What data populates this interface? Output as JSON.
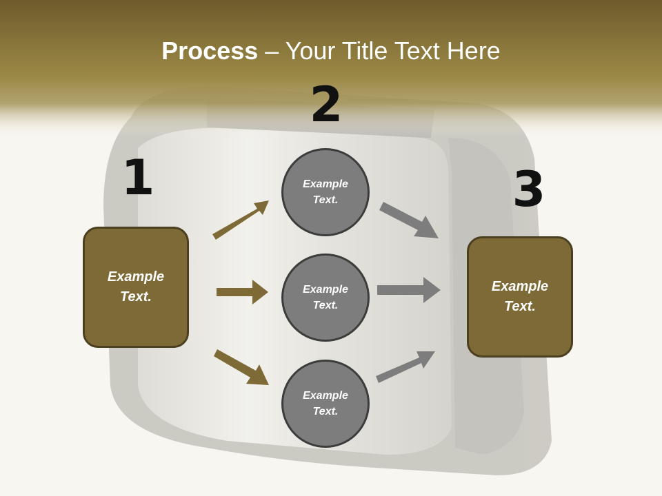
{
  "title": {
    "bold": "Process",
    "rest": " – Your Title Text Here"
  },
  "steps": [
    {
      "number": "1"
    },
    {
      "number": "2"
    },
    {
      "number": "3"
    }
  ],
  "boxes": [
    {
      "text": "Example Text."
    },
    {
      "text": "Example Text."
    }
  ],
  "circles": [
    {
      "text": "Example Text."
    },
    {
      "text": "Example Text."
    },
    {
      "text": "Example Text."
    }
  ],
  "colors": {
    "header_gold": "#8b7a3e",
    "box_fill": "#7e6a37",
    "box_border": "#4b3f1f",
    "circle_fill": "#7d7d7d",
    "circle_border": "#3c3c3c",
    "arrow_gold": "#7e6a37",
    "arrow_gray": "#7d7d7d"
  }
}
